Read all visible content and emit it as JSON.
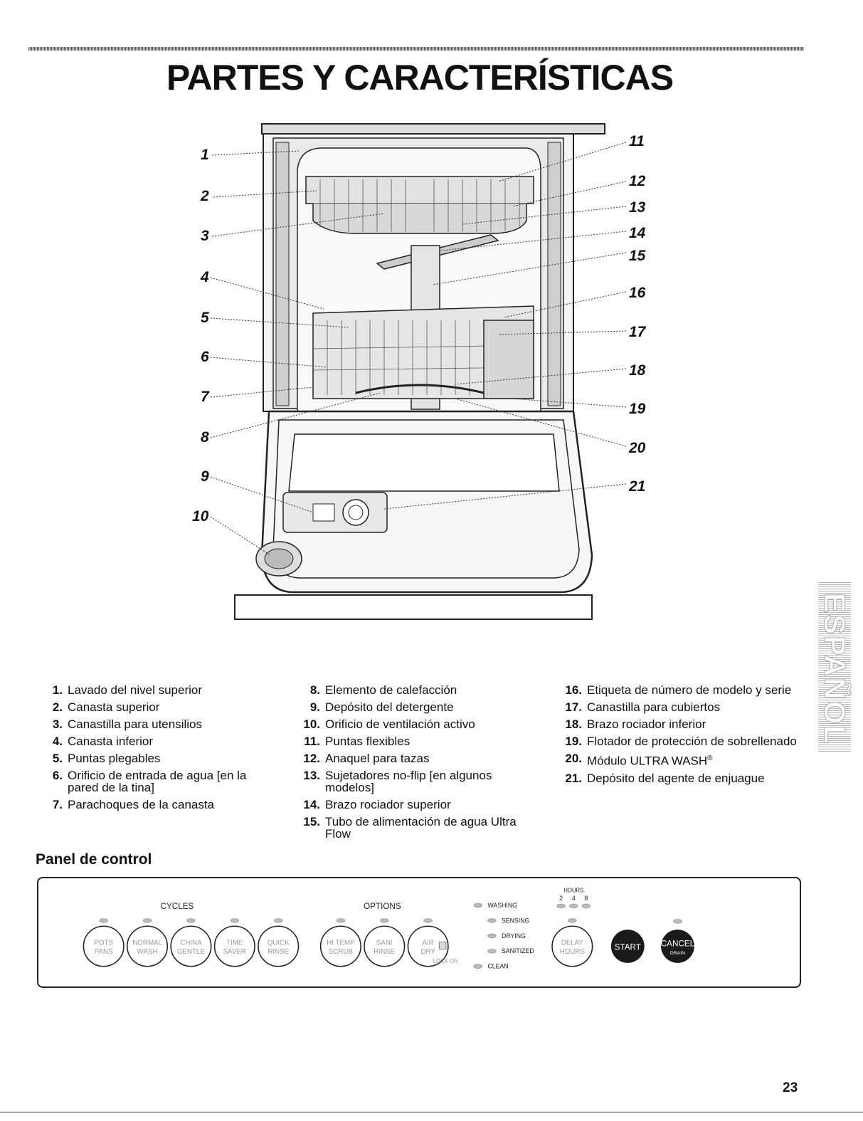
{
  "title": "PARTES Y CARACTERÍSTICAS",
  "diagram": {
    "callouts_left": [
      "1",
      "2",
      "3",
      "4",
      "5",
      "6",
      "7",
      "8",
      "9",
      "10"
    ],
    "callouts_right": [
      "11",
      "12",
      "13",
      "14",
      "15",
      "16",
      "17",
      "18",
      "19",
      "20",
      "21"
    ]
  },
  "parts": {
    "col1": [
      {
        "n": "1.",
        "t": "Lavado del nivel superior"
      },
      {
        "n": "2.",
        "t": "Canasta superior"
      },
      {
        "n": "3.",
        "t": "Canastilla para utensilios"
      },
      {
        "n": "4.",
        "t": "Canasta inferior"
      },
      {
        "n": "5.",
        "t": "Puntas plegables"
      },
      {
        "n": "6.",
        "t": "Orificio de entrada de agua [en la pared de la tina]"
      },
      {
        "n": "7.",
        "t": "Parachoques de la canasta"
      }
    ],
    "col2": [
      {
        "n": "8.",
        "t": "Elemento de calefacción"
      },
      {
        "n": "9.",
        "t": "Depósito del detergente"
      },
      {
        "n": "10.",
        "t": "Orificio de ventilación activo"
      },
      {
        "n": "11.",
        "t": "Puntas flexibles"
      },
      {
        "n": "12.",
        "t": "Anaquel para tazas"
      },
      {
        "n": "13.",
        "t": "Sujetadores no-flip [en algunos modelos]"
      },
      {
        "n": "14.",
        "t": "Brazo rociador superior"
      },
      {
        "n": "15.",
        "t": "Tubo de alimentación de agua Ultra Flow"
      }
    ],
    "col3": [
      {
        "n": "16.",
        "t": "Etiqueta de número de modelo y serie"
      },
      {
        "n": "17.",
        "t": "Canastilla para cubiertos"
      },
      {
        "n": "18.",
        "t": "Brazo rociador inferior"
      },
      {
        "n": "19.",
        "t": "Flotador de protección de sobrellenado"
      },
      {
        "n": "20.",
        "t": "Módulo ULTRA WASH",
        "sup": "®"
      },
      {
        "n": "21.",
        "t": "Depósito del agente de enjuague"
      }
    ]
  },
  "control_panel": {
    "heading": "Panel de control",
    "cycles_label": "CYCLES",
    "options_label": "OPTIONS",
    "cycle_buttons": [
      {
        "l1": "POTS",
        "l2": "PANS"
      },
      {
        "l1": "NORMAL",
        "l2": "WASH"
      },
      {
        "l1": "CHINA",
        "l2": "GENTLE"
      },
      {
        "l1": "TIME",
        "l2": "SAVER"
      },
      {
        "l1": "QUICK",
        "l2": "RINSE"
      }
    ],
    "option_buttons": [
      {
        "l1": "HI TEMP",
        "l2": "SCRUB"
      },
      {
        "l1": "SANI",
        "l2": "RINSE"
      },
      {
        "l1": "AIR",
        "l2": "DRY"
      }
    ],
    "lock_label": "LOCK ON",
    "status_lights": [
      "WASHING",
      "SENSING",
      "DRYING",
      "SANITIZED",
      "CLEAN"
    ],
    "hours_label": "HOURS",
    "hours_values": [
      "2",
      "4",
      "8"
    ],
    "delay_button": {
      "l1": "DELAY",
      "l2": "HOURS"
    },
    "start_button": "START",
    "cancel_button": {
      "l1": "CANCEL",
      "l2": "DRAIN"
    }
  },
  "side_tab": "ESPAÑOL",
  "page_number": "23"
}
